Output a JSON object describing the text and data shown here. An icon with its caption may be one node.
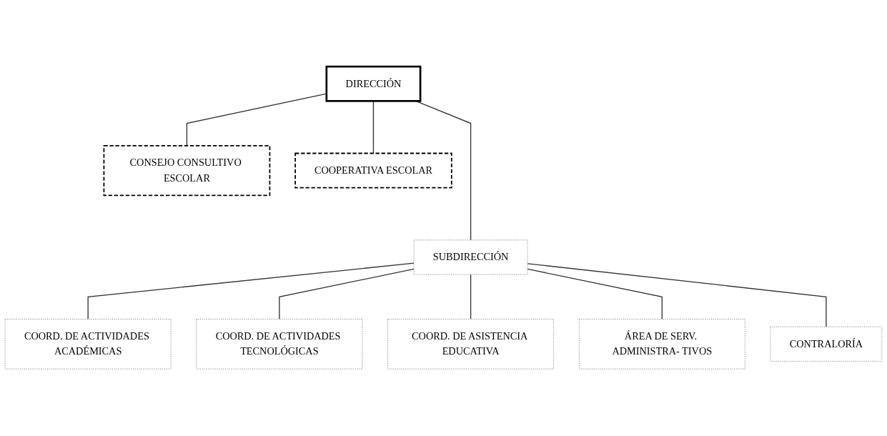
{
  "diagram": {
    "nodes": [
      {
        "text": [
          "DIRECCIÓN"
        ]
      },
      {
        "text": [
          "CONSEJO CONSULTIVO ESCOLAR"
        ]
      },
      {
        "text": [
          "COOPERATIVA ESCOLAR"
        ]
      },
      {
        "text": [
          "SUBDIRECCIÓN"
        ]
      },
      {
        "text": [
          "COORD. DE ACTIVIDADES ACADÉMICAS"
        ]
      },
      {
        "text": [
          "COORD. DE ACTIVIDADES TECNOLÓGICAS"
        ]
      },
      {
        "text": [
          "COORD. DE ASISTENCIA EDUCATIVA"
        ]
      },
      {
        "text": [
          "ÁREA DE SERV. ADMINISTRA- TIVOS"
        ]
      },
      {
        "text": [
          "CONTRALORÍA"
        ]
      }
    ],
    "edges": [
      {
        "from": 0,
        "to": 1,
        "arrow": "none"
      },
      {
        "from": 0,
        "to": 2,
        "arrow": "none"
      },
      {
        "from": 0,
        "to": 3,
        "arrow": "none"
      },
      {
        "from": 3,
        "to": 4,
        "arrow": "none"
      },
      {
        "from": 3,
        "to": 5,
        "arrow": "none"
      },
      {
        "from": 3,
        "to": 6,
        "arrow": "none"
      },
      {
        "from": 3,
        "to": 7,
        "arrow": "none"
      },
      {
        "from": 3,
        "to": 8,
        "arrow": "none"
      }
    ]
  }
}
